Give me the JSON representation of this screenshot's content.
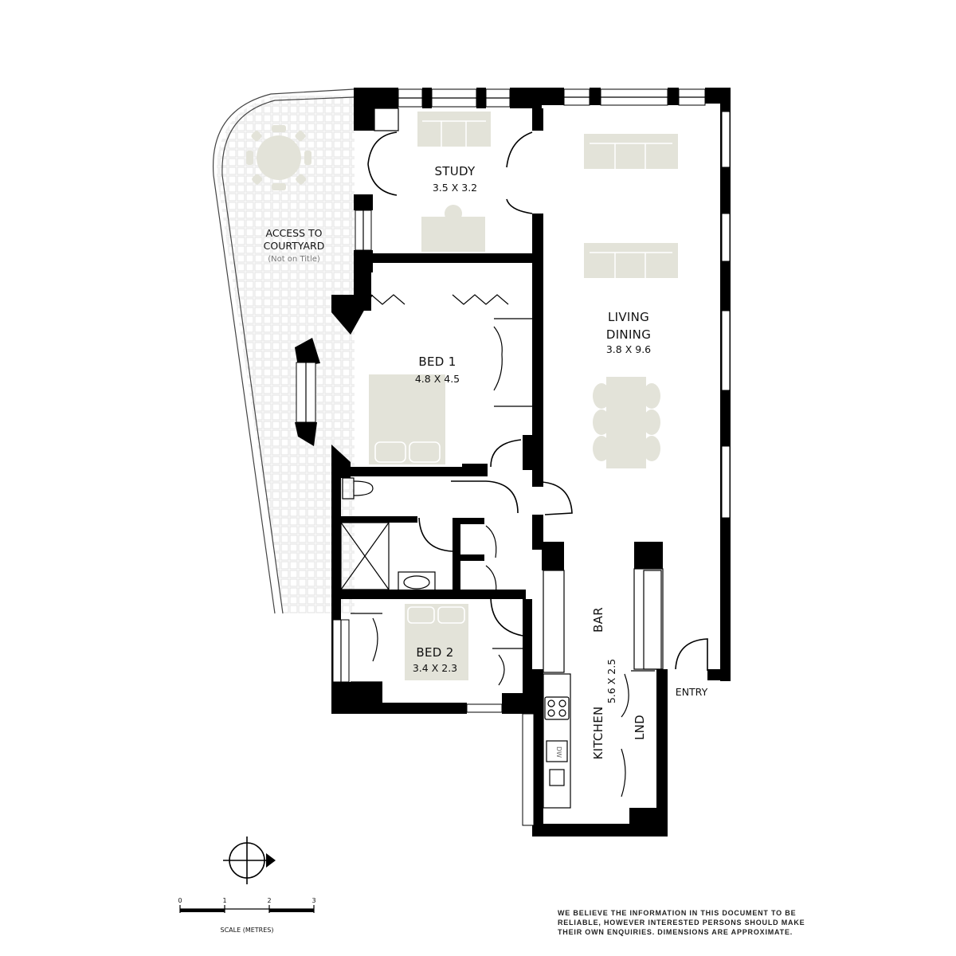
{
  "rooms": {
    "courtyard": {
      "line1": "ACCESS TO",
      "line2": "COURTYARD",
      "note": "(Not on Title)"
    },
    "study": {
      "name": "STUDY",
      "dims": "3.5 X 3.2"
    },
    "living": {
      "line1": "LIVING",
      "line2": "DINING",
      "dims": "3.8 X 9.6"
    },
    "bed1": {
      "name": "BED 1",
      "dims": "4.8 X 4.5"
    },
    "bed2": {
      "name": "BED 2",
      "dims": "3.4 X 2.3"
    },
    "bar": {
      "name": "BAR"
    },
    "kitchen": {
      "name": "KITCHEN",
      "dims": "5.6 X 2.5"
    },
    "laundry": {
      "name": "LND"
    },
    "entry": {
      "name": "ENTRY"
    }
  },
  "appliances": {
    "dishwasher": "DW"
  },
  "scale": {
    "ticks": [
      "0",
      "1",
      "2",
      "3"
    ],
    "label": "SCALE (METRES)"
  },
  "disclaimer": {
    "line1": "WE BELIEVE THE INFORMATION IN THIS DOCUMENT TO BE",
    "line2": "RELIABLE, HOWEVER INTERESTED PERSONS SHOULD MAKE",
    "line3": "THEIR OWN ENQUIRIES. DIMENSIONS ARE APPROXIMATE."
  },
  "colors": {
    "wall": "#000000",
    "furniture": "#e3e3d9",
    "courtyard_grid": "#e6e6e6"
  }
}
